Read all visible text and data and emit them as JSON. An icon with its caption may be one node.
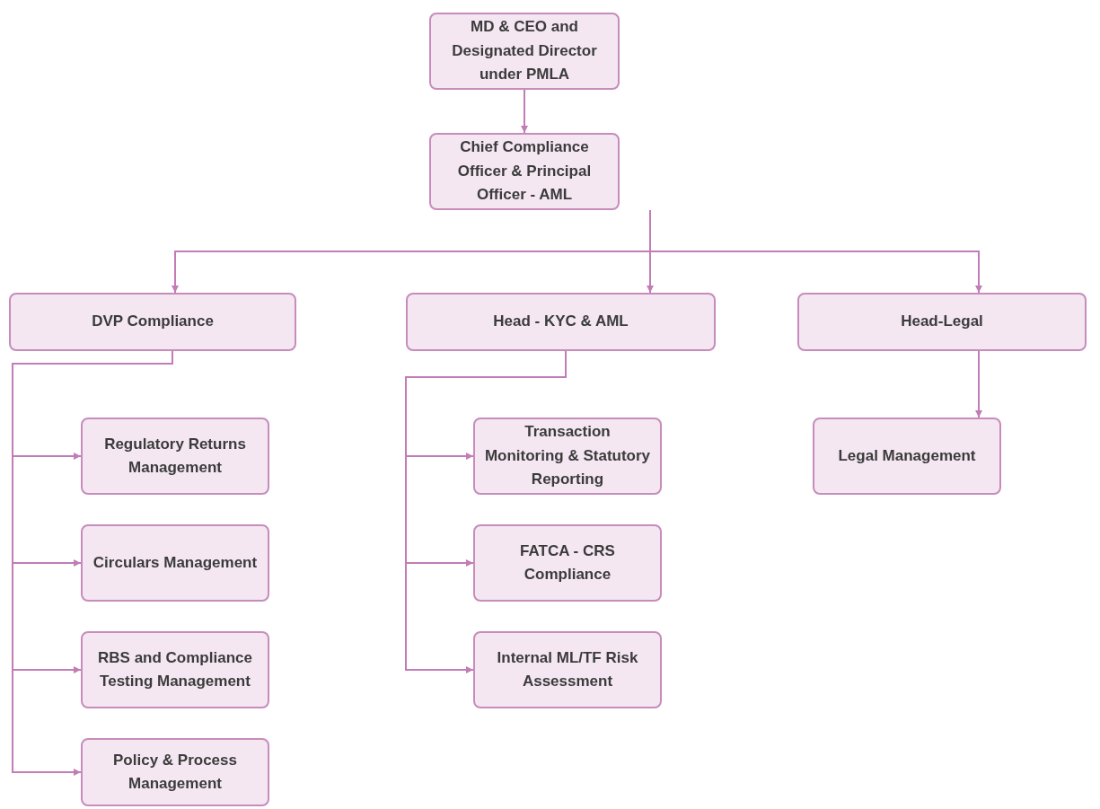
{
  "diagram": {
    "nodes": [
      {
        "text": [
          "MD & CEO and Designated Director under PMLA"
        ]
      },
      {
        "text": [
          "Chief Compliance Officer & Principal Officer - AML"
        ]
      },
      {
        "text": [
          "DVP Compliance"
        ]
      },
      {
        "text": [
          "Head - KYC & AML"
        ]
      },
      {
        "text": [
          "Head-Legal"
        ]
      },
      {
        "text": [
          "Regulatory Returns Management"
        ]
      },
      {
        "text": [
          "Circulars Management"
        ]
      },
      {
        "text": [
          "RBS and Compliance Testing Management"
        ]
      },
      {
        "text": [
          "Policy & Process Management"
        ]
      },
      {
        "text": [
          "Transaction Monitoring & Statutory Reporting"
        ]
      },
      {
        "text": [
          "FATCA - CRS Compliance"
        ]
      },
      {
        "text": [
          "Internal ML/TF Risk Assessment"
        ]
      },
      {
        "text": [
          "Legal Management"
        ]
      }
    ],
    "edges": [
      {
        "from": 0,
        "to": 1,
        "arrow": "to"
      },
      {
        "from": 1,
        "to": 2,
        "arrow": "to"
      },
      {
        "from": 1,
        "to": 3,
        "arrow": "to"
      },
      {
        "from": 1,
        "to": 4,
        "arrow": "to"
      },
      {
        "from": 2,
        "to": 5,
        "arrow": "to"
      },
      {
        "from": 2,
        "to": 6,
        "arrow": "to"
      },
      {
        "from": 2,
        "to": 7,
        "arrow": "to"
      },
      {
        "from": 2,
        "to": 8,
        "arrow": "to"
      },
      {
        "from": 3,
        "to": 9,
        "arrow": "to"
      },
      {
        "from": 3,
        "to": 10,
        "arrow": "to"
      },
      {
        "from": 3,
        "to": 11,
        "arrow": "to"
      },
      {
        "from": 4,
        "to": 12,
        "arrow": "to"
      }
    ]
  }
}
